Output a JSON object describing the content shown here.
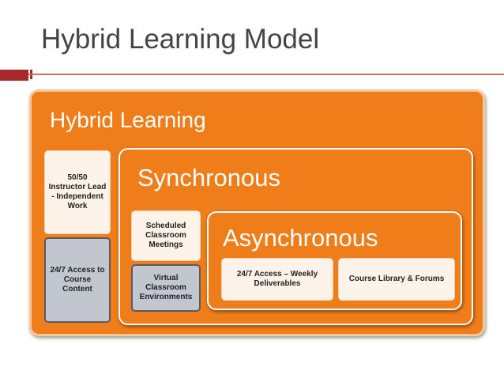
{
  "slide": {
    "title": "Hybrid Learning Model"
  },
  "diagram": {
    "outer": {
      "label": "Hybrid Learning",
      "items": [
        "50/50 Instructor Lead - Independent Work",
        "24/7 Access to Course Content"
      ]
    },
    "synchronous": {
      "label": "Synchronous",
      "items": [
        "Scheduled Classroom Meetings",
        "Virtual Classroom Environments"
      ]
    },
    "asynchronous": {
      "label": "Asynchronous",
      "items": [
        "24/7 Access – Weekly Deliverables",
        "Course Library & Forums"
      ]
    }
  },
  "colors": {
    "panel": "#ef7d1a",
    "accent_bar": "#a62a2a",
    "light_box": "#fdf3e8",
    "gray_box": "#c2c7cf"
  }
}
